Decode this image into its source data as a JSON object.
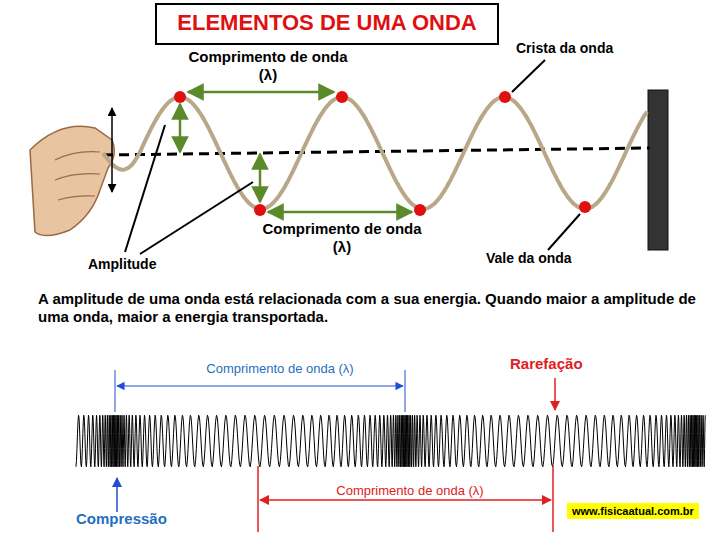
{
  "diagram": {
    "title": "ELEMENTOS DE UMA ONDA",
    "nodes": [
      {
        "text": [
          "www.fisicaatual.com.br"
        ]
      }
    ],
    "labels": [
      "Comprimento de onda (λ)",
      "Crista da onda",
      "Amplitude",
      "Comprimento de onda (λ)",
      "Vale da onda",
      "A amplitude de uma onda está relacionada com a sua energia. Quando maior a amplitude de uma onda, maior a energia transportada.",
      "Comprimento de onda (λ)",
      "Rarefação",
      "Compressão",
      "Comprimento de onda (λ)"
    ]
  }
}
